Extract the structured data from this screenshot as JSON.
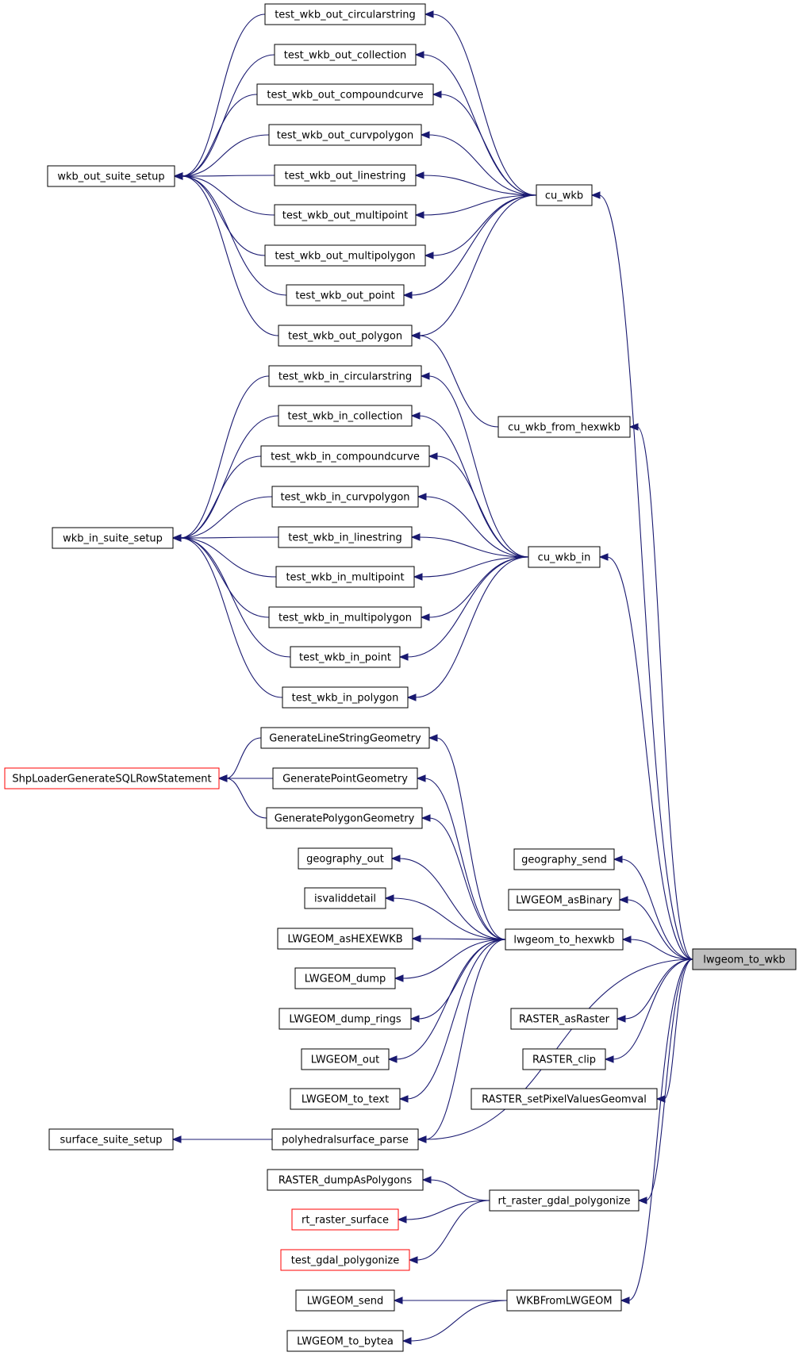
{
  "graph": {
    "nodes": [
      {
        "id": "lwgeom_to_wkb",
        "label": "lwgeom_to_wkb",
        "highlight": true
      },
      {
        "id": "test_wkb_out_circularstring",
        "label": "test_wkb_out_circularstring"
      },
      {
        "id": "test_wkb_out_collection",
        "label": "test_wkb_out_collection"
      },
      {
        "id": "test_wkb_out_compoundcurve",
        "label": "test_wkb_out_compoundcurve"
      },
      {
        "id": "test_wkb_out_curvpolygon",
        "label": "test_wkb_out_curvpolygon"
      },
      {
        "id": "test_wkb_out_linestring",
        "label": "test_wkb_out_linestring"
      },
      {
        "id": "test_wkb_out_multipoint",
        "label": "test_wkb_out_multipoint"
      },
      {
        "id": "test_wkb_out_multipolygon",
        "label": "test_wkb_out_multipolygon"
      },
      {
        "id": "test_wkb_out_point",
        "label": "test_wkb_out_point"
      },
      {
        "id": "test_wkb_out_polygon",
        "label": "test_wkb_out_polygon"
      },
      {
        "id": "wkb_out_suite_setup",
        "label": "wkb_out_suite_setup"
      },
      {
        "id": "cu_wkb",
        "label": "cu_wkb"
      },
      {
        "id": "cu_wkb_from_hexwkb",
        "label": "cu_wkb_from_hexwkb"
      },
      {
        "id": "test_wkb_in_circularstring",
        "label": "test_wkb_in_circularstring"
      },
      {
        "id": "test_wkb_in_collection",
        "label": "test_wkb_in_collection"
      },
      {
        "id": "test_wkb_in_compoundcurve",
        "label": "test_wkb_in_compoundcurve"
      },
      {
        "id": "test_wkb_in_curvpolygon",
        "label": "test_wkb_in_curvpolygon"
      },
      {
        "id": "test_wkb_in_linestring",
        "label": "test_wkb_in_linestring"
      },
      {
        "id": "test_wkb_in_multipoint",
        "label": "test_wkb_in_multipoint"
      },
      {
        "id": "test_wkb_in_multipolygon",
        "label": "test_wkb_in_multipolygon"
      },
      {
        "id": "test_wkb_in_point",
        "label": "test_wkb_in_point"
      },
      {
        "id": "test_wkb_in_polygon",
        "label": "test_wkb_in_polygon"
      },
      {
        "id": "wkb_in_suite_setup",
        "label": "wkb_in_suite_setup"
      },
      {
        "id": "cu_wkb_in",
        "label": "cu_wkb_in"
      },
      {
        "id": "GenerateLineStringGeometry",
        "label": "GenerateLineStringGeometry"
      },
      {
        "id": "GeneratePointGeometry",
        "label": "GeneratePointGeometry"
      },
      {
        "id": "GeneratePolygonGeometry",
        "label": "GeneratePolygonGeometry"
      },
      {
        "id": "ShpLoaderGenerateSQLRowStatement",
        "label": "ShpLoaderGenerateSQLRowStatement",
        "truncated": true
      },
      {
        "id": "geography_out",
        "label": "geography_out"
      },
      {
        "id": "isvaliddetail",
        "label": "isvaliddetail"
      },
      {
        "id": "LWGEOM_asHEXEWKB",
        "label": "LWGEOM_asHEXEWKB"
      },
      {
        "id": "LWGEOM_dump",
        "label": "LWGEOM_dump"
      },
      {
        "id": "LWGEOM_dump_rings",
        "label": "LWGEOM_dump_rings"
      },
      {
        "id": "LWGEOM_out",
        "label": "LWGEOM_out"
      },
      {
        "id": "LWGEOM_to_text",
        "label": "LWGEOM_to_text"
      },
      {
        "id": "polyhedralsurface_parse",
        "label": "polyhedralsurface_parse"
      },
      {
        "id": "surface_suite_setup",
        "label": "surface_suite_setup"
      },
      {
        "id": "lwgeom_to_hexwkb",
        "label": "lwgeom_to_hexwkb"
      },
      {
        "id": "geography_send",
        "label": "geography_send"
      },
      {
        "id": "LWGEOM_asBinary",
        "label": "LWGEOM_asBinary"
      },
      {
        "id": "RASTER_asRaster",
        "label": "RASTER_asRaster"
      },
      {
        "id": "RASTER_clip",
        "label": "RASTER_clip"
      },
      {
        "id": "RASTER_setPixelValuesGeomval",
        "label": "RASTER_setPixelValuesGeomval"
      },
      {
        "id": "RASTER_dumpAsPolygons",
        "label": "RASTER_dumpAsPolygons"
      },
      {
        "id": "rt_raster_surface",
        "label": "rt_raster_surface",
        "truncated": true
      },
      {
        "id": "test_gdal_polygonize",
        "label": "test_gdal_polygonize",
        "truncated": true
      },
      {
        "id": "rt_raster_gdal_polygonize",
        "label": "rt_raster_gdal_polygonize"
      },
      {
        "id": "LWGEOM_send",
        "label": "LWGEOM_send"
      },
      {
        "id": "LWGEOM_to_bytea",
        "label": "LWGEOM_to_bytea"
      },
      {
        "id": "WKBFromLWGEOM",
        "label": "WKBFromLWGEOM"
      }
    ],
    "edges": [
      {
        "from": "cu_wkb",
        "to": "test_wkb_out_circularstring"
      },
      {
        "from": "cu_wkb",
        "to": "test_wkb_out_collection"
      },
      {
        "from": "cu_wkb",
        "to": "test_wkb_out_compoundcurve"
      },
      {
        "from": "cu_wkb",
        "to": "test_wkb_out_curvpolygon"
      },
      {
        "from": "cu_wkb",
        "to": "test_wkb_out_linestring"
      },
      {
        "from": "cu_wkb",
        "to": "test_wkb_out_multipoint"
      },
      {
        "from": "cu_wkb",
        "to": "test_wkb_out_multipolygon"
      },
      {
        "from": "cu_wkb",
        "to": "test_wkb_out_point"
      },
      {
        "from": "cu_wkb",
        "to": "test_wkb_out_polygon"
      },
      {
        "from": "test_wkb_out_circularstring",
        "to": "wkb_out_suite_setup"
      },
      {
        "from": "test_wkb_out_collection",
        "to": "wkb_out_suite_setup"
      },
      {
        "from": "test_wkb_out_compoundcurve",
        "to": "wkb_out_suite_setup"
      },
      {
        "from": "test_wkb_out_curvpolygon",
        "to": "wkb_out_suite_setup"
      },
      {
        "from": "test_wkb_out_linestring",
        "to": "wkb_out_suite_setup"
      },
      {
        "from": "test_wkb_out_multipoint",
        "to": "wkb_out_suite_setup"
      },
      {
        "from": "test_wkb_out_multipolygon",
        "to": "wkb_out_suite_setup"
      },
      {
        "from": "test_wkb_out_point",
        "to": "wkb_out_suite_setup"
      },
      {
        "from": "test_wkb_out_polygon",
        "to": "wkb_out_suite_setup"
      },
      {
        "from": "cu_wkb_from_hexwkb",
        "to": "test_wkb_out_polygon"
      },
      {
        "from": "cu_wkb_in",
        "to": "test_wkb_in_circularstring"
      },
      {
        "from": "cu_wkb_in",
        "to": "test_wkb_in_collection"
      },
      {
        "from": "cu_wkb_in",
        "to": "test_wkb_in_compoundcurve"
      },
      {
        "from": "cu_wkb_in",
        "to": "test_wkb_in_curvpolygon"
      },
      {
        "from": "cu_wkb_in",
        "to": "test_wkb_in_linestring"
      },
      {
        "from": "cu_wkb_in",
        "to": "test_wkb_in_multipoint"
      },
      {
        "from": "cu_wkb_in",
        "to": "test_wkb_in_multipolygon"
      },
      {
        "from": "cu_wkb_in",
        "to": "test_wkb_in_point"
      },
      {
        "from": "cu_wkb_in",
        "to": "test_wkb_in_polygon"
      },
      {
        "from": "test_wkb_in_circularstring",
        "to": "wkb_in_suite_setup"
      },
      {
        "from": "test_wkb_in_collection",
        "to": "wkb_in_suite_setup"
      },
      {
        "from": "test_wkb_in_compoundcurve",
        "to": "wkb_in_suite_setup"
      },
      {
        "from": "test_wkb_in_curvpolygon",
        "to": "wkb_in_suite_setup"
      },
      {
        "from": "test_wkb_in_linestring",
        "to": "wkb_in_suite_setup"
      },
      {
        "from": "test_wkb_in_multipoint",
        "to": "wkb_in_suite_setup"
      },
      {
        "from": "test_wkb_in_multipolygon",
        "to": "wkb_in_suite_setup"
      },
      {
        "from": "test_wkb_in_point",
        "to": "wkb_in_suite_setup"
      },
      {
        "from": "test_wkb_in_polygon",
        "to": "wkb_in_suite_setup"
      },
      {
        "from": "GenerateLineStringGeometry",
        "to": "ShpLoaderGenerateSQLRowStatement"
      },
      {
        "from": "GeneratePointGeometry",
        "to": "ShpLoaderGenerateSQLRowStatement"
      },
      {
        "from": "GeneratePolygonGeometry",
        "to": "ShpLoaderGenerateSQLRowStatement"
      },
      {
        "from": "polyhedralsurface_parse",
        "to": "surface_suite_setup"
      },
      {
        "from": "lwgeom_to_hexwkb",
        "to": "GenerateLineStringGeometry"
      },
      {
        "from": "lwgeom_to_hexwkb",
        "to": "GeneratePointGeometry"
      },
      {
        "from": "lwgeom_to_hexwkb",
        "to": "GeneratePolygonGeometry"
      },
      {
        "from": "lwgeom_to_hexwkb",
        "to": "geography_out"
      },
      {
        "from": "lwgeom_to_hexwkb",
        "to": "isvaliddetail"
      },
      {
        "from": "lwgeom_to_hexwkb",
        "to": "LWGEOM_asHEXEWKB"
      },
      {
        "from": "lwgeom_to_hexwkb",
        "to": "LWGEOM_dump"
      },
      {
        "from": "lwgeom_to_hexwkb",
        "to": "LWGEOM_dump_rings"
      },
      {
        "from": "lwgeom_to_hexwkb",
        "to": "LWGEOM_out"
      },
      {
        "from": "lwgeom_to_hexwkb",
        "to": "LWGEOM_to_text"
      },
      {
        "from": "lwgeom_to_hexwkb",
        "to": "polyhedralsurface_parse"
      },
      {
        "from": "lwgeom_to_wkb",
        "to": "cu_wkb"
      },
      {
        "from": "lwgeom_to_wkb",
        "to": "cu_wkb_from_hexwkb"
      },
      {
        "from": "lwgeom_to_wkb",
        "to": "cu_wkb_in"
      },
      {
        "from": "lwgeom_to_wkb",
        "to": "geography_send"
      },
      {
        "from": "lwgeom_to_wkb",
        "to": "LWGEOM_asBinary"
      },
      {
        "from": "lwgeom_to_wkb",
        "to": "lwgeom_to_hexwkb"
      },
      {
        "from": "lwgeom_to_wkb",
        "to": "polyhedralsurface_parse"
      },
      {
        "from": "lwgeom_to_wkb",
        "to": "RASTER_asRaster"
      },
      {
        "from": "lwgeom_to_wkb",
        "to": "RASTER_clip"
      },
      {
        "from": "lwgeom_to_wkb",
        "to": "RASTER_setPixelValuesGeomval"
      },
      {
        "from": "lwgeom_to_wkb",
        "to": "rt_raster_gdal_polygonize"
      },
      {
        "from": "lwgeom_to_wkb",
        "to": "WKBFromLWGEOM"
      },
      {
        "from": "rt_raster_gdal_polygonize",
        "to": "RASTER_dumpAsPolygons"
      },
      {
        "from": "rt_raster_gdal_polygonize",
        "to": "rt_raster_surface"
      },
      {
        "from": "rt_raster_gdal_polygonize",
        "to": "test_gdal_polygonize"
      },
      {
        "from": "WKBFromLWGEOM",
        "to": "LWGEOM_send"
      },
      {
        "from": "WKBFromLWGEOM",
        "to": "LWGEOM_to_bytea"
      }
    ],
    "colors": {
      "edge": "#191970",
      "highlight_fill": "#bfbfbf",
      "truncated_border": "#ff0000"
    }
  }
}
